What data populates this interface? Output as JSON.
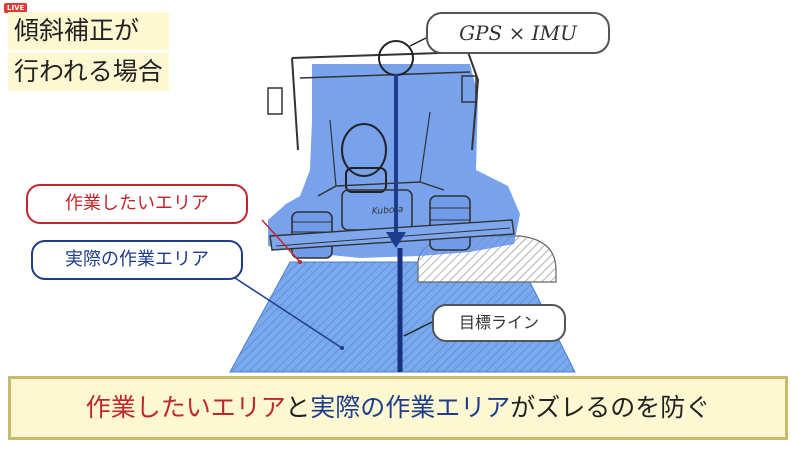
{
  "badge": {
    "live": "LIVE"
  },
  "title": {
    "line1": "傾斜補正が",
    "line2": "行われる場合"
  },
  "callouts": {
    "gps_imu": "GPS × IMU",
    "desired_area": "作業したいエリア",
    "actual_area": "実際の作業エリア",
    "target_line": "目標ライン"
  },
  "tractor": {
    "brand": "Kubota"
  },
  "banner": {
    "part1": "作業したいエリア",
    "part2": "と",
    "part3": "実際の作業エリア",
    "part4": "がズレるのを防ぐ"
  },
  "colors": {
    "desired_red": "#c0272d",
    "actual_blue": "#1e3c8c",
    "area_fill": "#7aa9ee",
    "banner_bg": "#fdf8d2"
  }
}
